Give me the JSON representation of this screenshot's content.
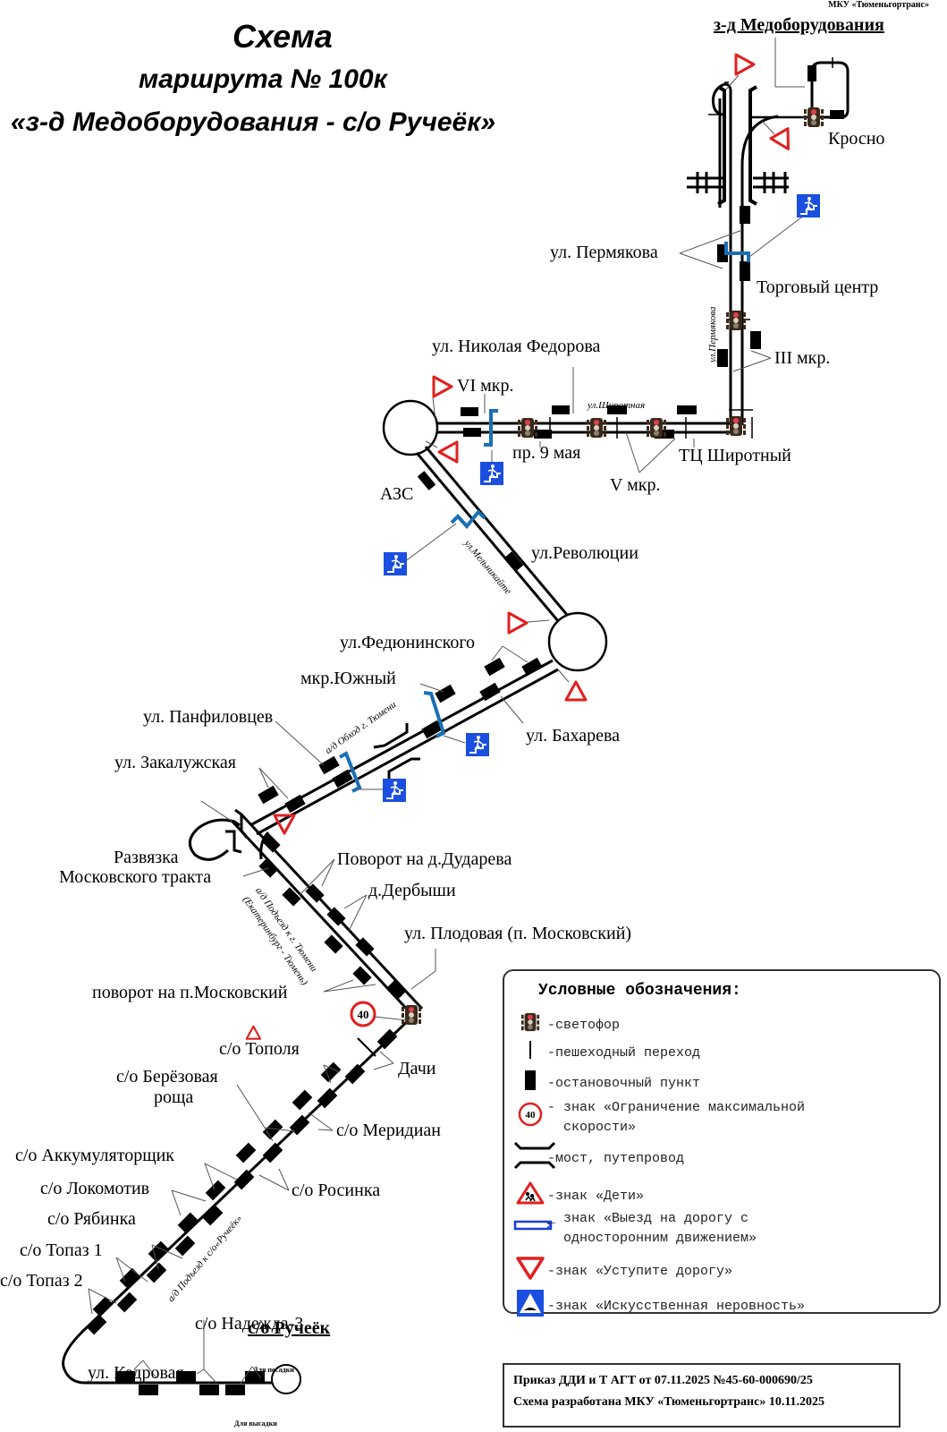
{
  "header": {
    "organization": "МКУ «Тюменьгортранс»",
    "title_line1": "Схема",
    "title_line2": "маршрута № 100к",
    "title_line3": "«з-д Медоборудования - с/о Ручеёк»"
  },
  "terminals": {
    "start": "з-д Медоборудования",
    "end": "с/о Ручеёк"
  },
  "stops": [
    {
      "id": "krosno",
      "label": "Кросно"
    },
    {
      "id": "permyakova",
      "label": "ул. Пермякова"
    },
    {
      "id": "torgovyi-centr",
      "label": "Торговый центр"
    },
    {
      "id": "iii-mkr",
      "label": "III мкр."
    },
    {
      "id": "nikolaya-fedorova",
      "label": "ул. Николая Федорова"
    },
    {
      "id": "vi-mkr",
      "label": "VI мкр."
    },
    {
      "id": "pr-9-maya",
      "label": "пр. 9 мая"
    },
    {
      "id": "v-mkr",
      "label": "V мкр."
    },
    {
      "id": "tc-shirotnyi",
      "label": "ТЦ Широтный"
    },
    {
      "id": "azs",
      "label": "АЗС"
    },
    {
      "id": "revolyucii",
      "label": "ул.Революции"
    },
    {
      "id": "fedyuninskogo",
      "label": "ул.Федюнинского"
    },
    {
      "id": "mkr-yuzhnyi",
      "label": "мкр.Южный"
    },
    {
      "id": "bakhareva",
      "label": "ул. Бахарева"
    },
    {
      "id": "panfilovcev",
      "label": "ул. Панфиловцев"
    },
    {
      "id": "zakaluzhskaya",
      "label": "ул. Закалужская"
    },
    {
      "id": "razvyazka-1",
      "label": "Развязка"
    },
    {
      "id": "razvyazka-2",
      "label": "Московского тракта"
    },
    {
      "id": "dudareva",
      "label": "Поворот на д.Дударева"
    },
    {
      "id": "derbyshi",
      "label": "д.Дербыши"
    },
    {
      "id": "plodovaya",
      "label": "ул. Плодовая (п. Московский)"
    },
    {
      "id": "povorot-moskovskii",
      "label": "поворот на п.Московский"
    },
    {
      "id": "so-topolya",
      "label": "с/о Тополя"
    },
    {
      "id": "dachi",
      "label": "Дачи"
    },
    {
      "id": "so-berezovaya-1",
      "label": "с/о Берёзовая"
    },
    {
      "id": "so-berezovaya-2",
      "label": "роща"
    },
    {
      "id": "so-meridian",
      "label": "с/о Меридиан"
    },
    {
      "id": "so-akkumulyatorshchik",
      "label": "с/о Аккумуляторщик"
    },
    {
      "id": "so-rosinka",
      "label": "с/о Росинка"
    },
    {
      "id": "so-lokomotiv",
      "label": "с/о Локомотив"
    },
    {
      "id": "so-ryabinka",
      "label": "с/о Рябинка"
    },
    {
      "id": "so-topaz-1",
      "label": "с/о Топаз 1"
    },
    {
      "id": "so-topaz-2",
      "label": "с/о Топаз 2"
    },
    {
      "id": "so-nadezhda-3",
      "label": "с/о Надежда-3"
    },
    {
      "id": "kedrovaya",
      "label": "ул. Кедровая"
    }
  ],
  "streets": {
    "permyakova": "ул.Пермякова",
    "shirotnaya": "ул.Широтная",
    "melnikaite": "ул.Мельникайте",
    "obkhod": "а/д Обход г. Тюмени",
    "podezd_tyumen_1": "а/д Подъезд к г. Тюмени",
    "podezd_tyumen_2": "(Екатеринбург - Тюмень)",
    "podezd_ruchek": "а/д Подъезд к с/о«Ручеёк»"
  },
  "terminal_notes": {
    "boarding": "Для посадки",
    "alighting": "Для высадки"
  },
  "speed_limit": "40",
  "legend": {
    "title": "Условные обозначения:",
    "items": [
      {
        "icon": "traffic-light-icon",
        "text": "-светофор"
      },
      {
        "icon": "crosswalk-icon",
        "text": "-пешеходный переход"
      },
      {
        "icon": "bus-stop-icon",
        "text": "-остановочный пункт"
      },
      {
        "icon": "speed-limit-icon",
        "text": "- знак «Ограничение максимальной\n  скорости»"
      },
      {
        "icon": "bridge-icon",
        "text": "-мост, путепровод"
      },
      {
        "icon": "children-sign-icon",
        "text": "-знак «Дети»"
      },
      {
        "icon": "one-way-sign-icon",
        "text": "_ знак «Выезд на дорогу с\n  односторонним движением»"
      },
      {
        "icon": "yield-sign-icon",
        "text": "-знак «Уступите дорогу»"
      },
      {
        "icon": "speed-bump-sign-icon",
        "text": "-знак «Искусственная неровность»"
      }
    ]
  },
  "order": {
    "line1": "Приказ ДДИ и Т АГТ от 07.11.2025 №45-60-000690/25",
    "line2": "Схема разработана МКУ «Тюменьгортранс» 10.11.2025"
  },
  "colors": {
    "road": "#000000",
    "yield_sign": "#e02020",
    "crosswalk_sign": "#1a5fd6",
    "one_way_bracket": "#1a6fb4",
    "traffic_light": "#3a2a1a"
  }
}
